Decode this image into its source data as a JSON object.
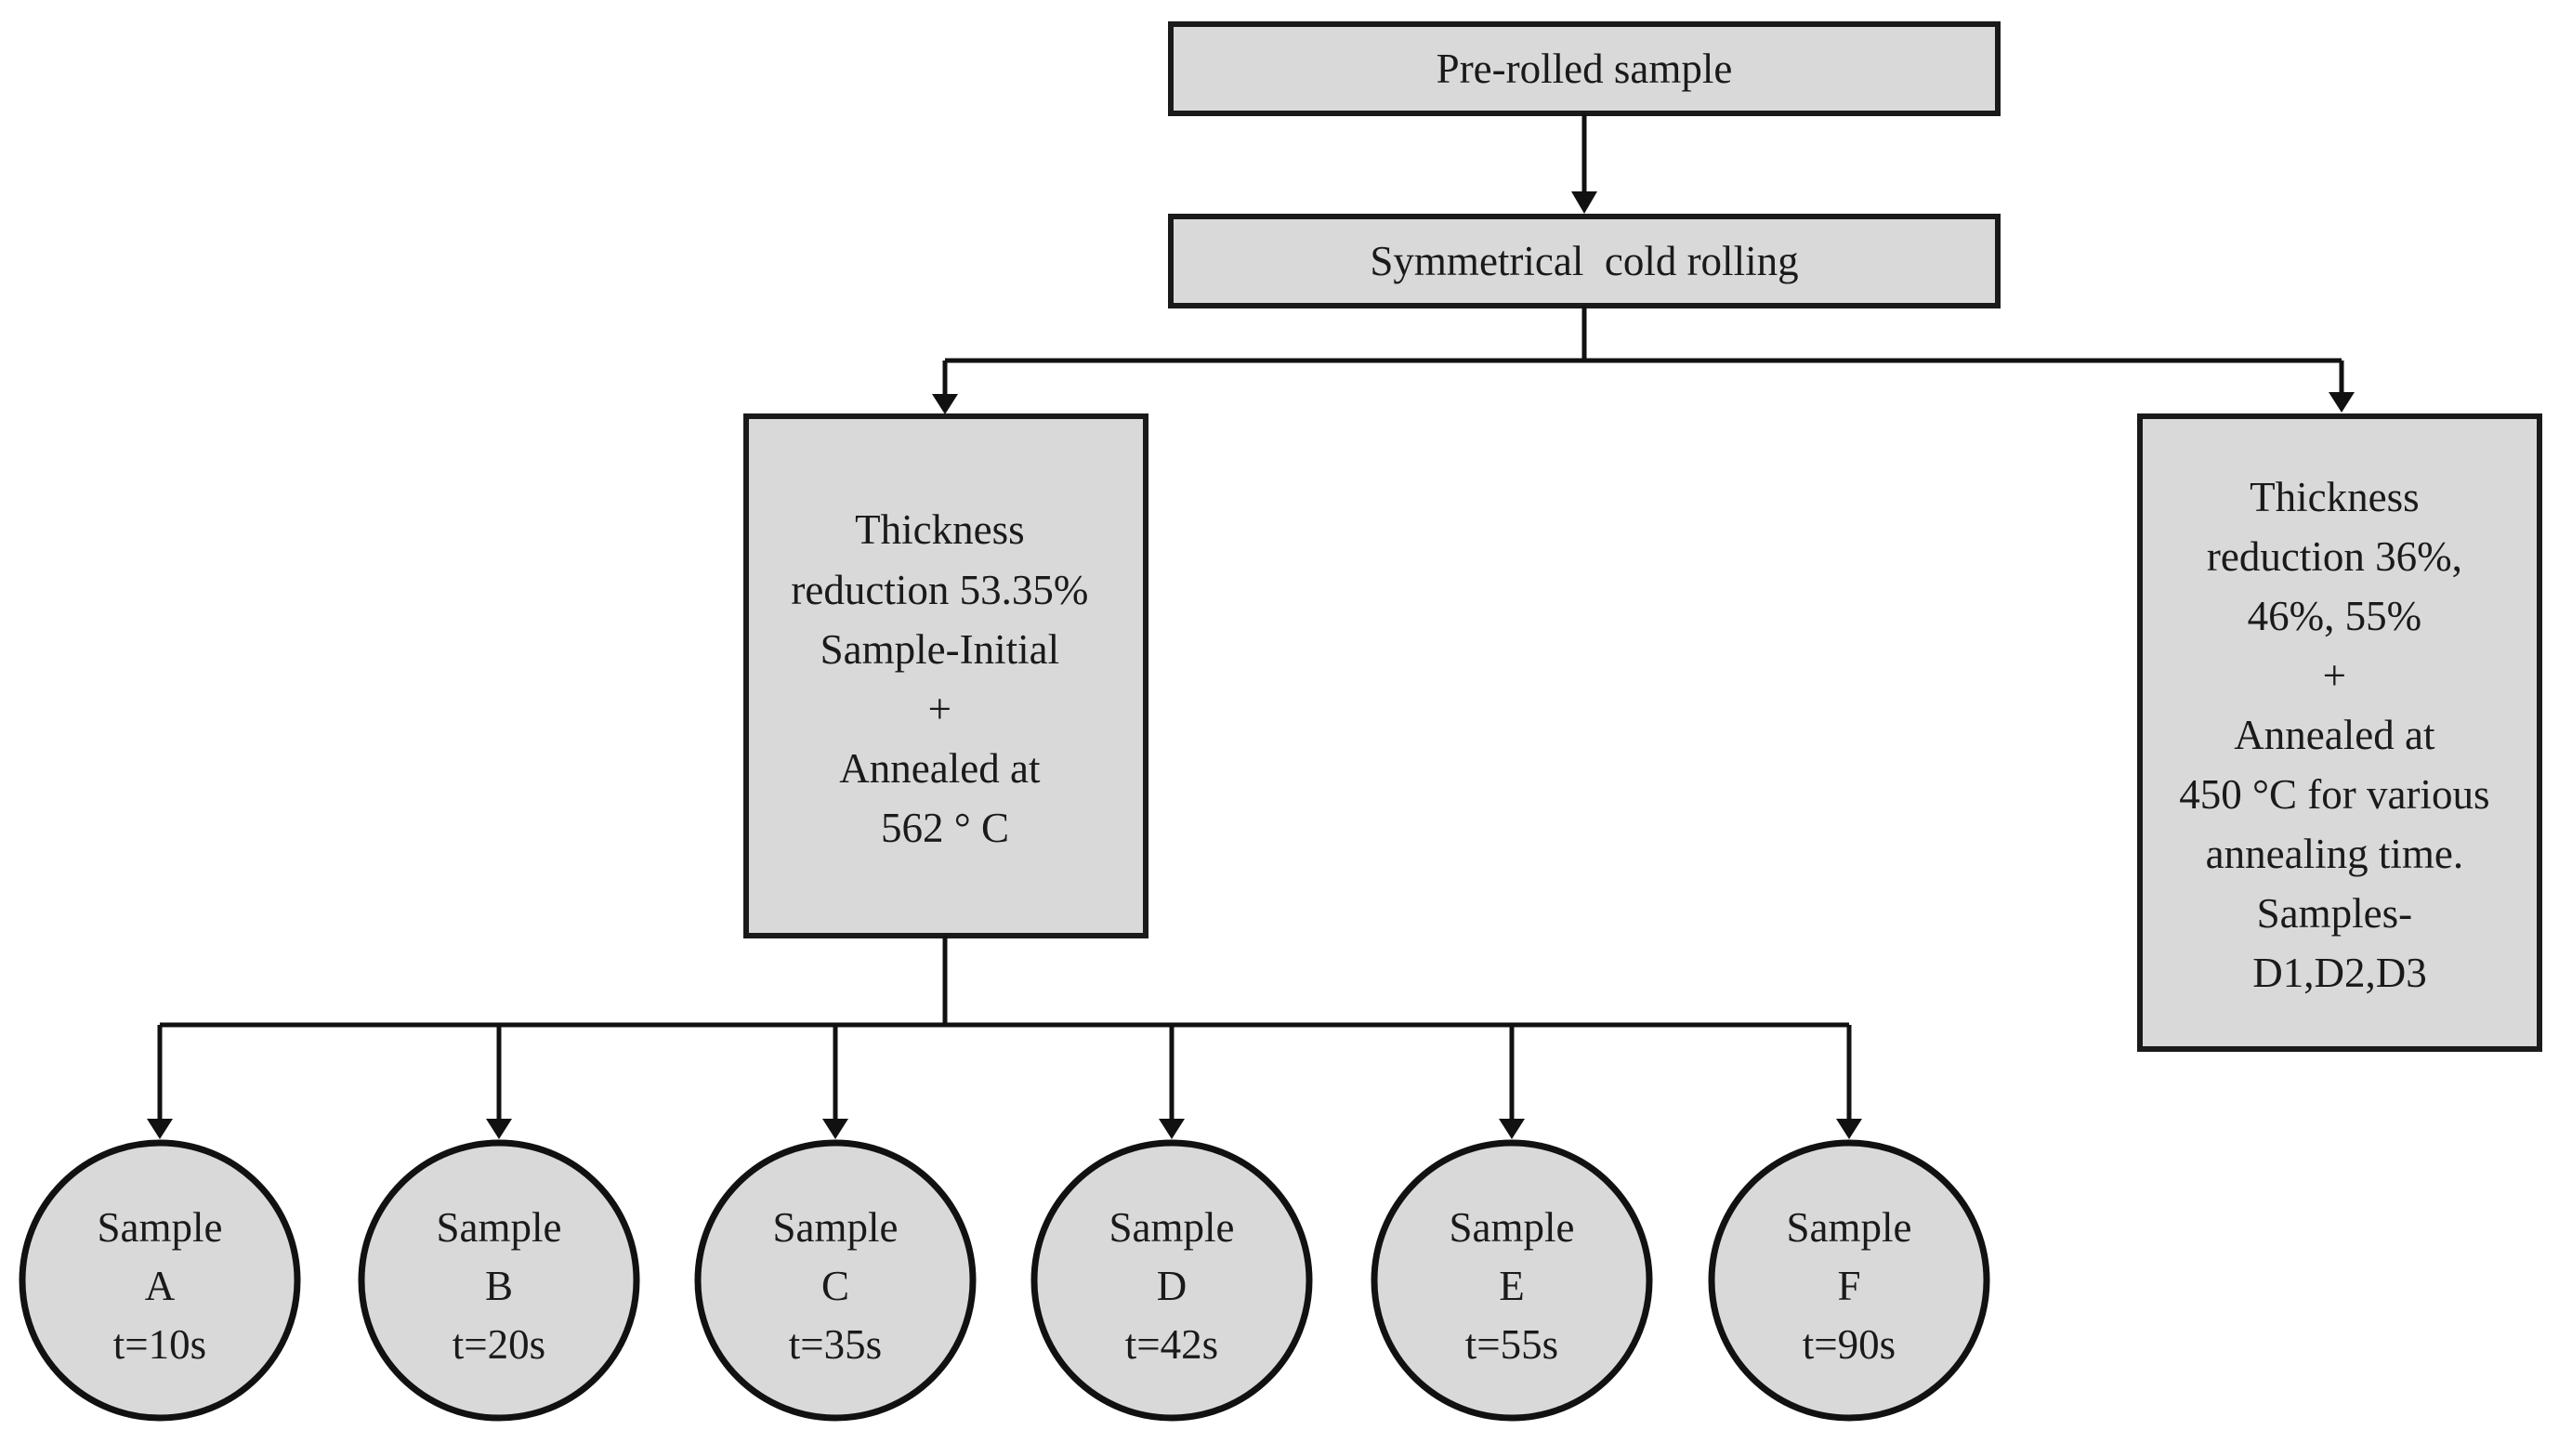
{
  "nodes": {
    "pre_rolled": {
      "label": "Pre-rolled sample"
    },
    "cold_rolling": {
      "label": "Symmetrical  cold rolling"
    },
    "left_box": {
      "lines": [
        "Thickness",
        "reduction 53.35%",
        "Sample-Initial",
        "+",
        "Annealed at",
        "562 ° C"
      ]
    },
    "right_box": {
      "lines": [
        "Thickness",
        "reduction 36%,",
        "46%, 55%",
        "+",
        "Annealed at",
        "450 °C for various",
        "annealing time.",
        "Samples-",
        "D1,D2,D3"
      ]
    }
  },
  "samples": [
    {
      "title": "Sample",
      "letter": "A",
      "time": "t=10s"
    },
    {
      "title": "Sample",
      "letter": "B",
      "time": "t=20s"
    },
    {
      "title": "Sample",
      "letter": "C",
      "time": "t=35s"
    },
    {
      "title": "Sample",
      "letter": "D",
      "time": "t=42s"
    },
    {
      "title": "Sample",
      "letter": "E",
      "time": "t=55s"
    },
    {
      "title": "Sample",
      "letter": "F",
      "time": "t=90s"
    }
  ],
  "colors": {
    "node_fill": "#d9d9d9",
    "stroke": "#111111",
    "text": "#1a1a1a",
    "accent_text": "#1f2a52"
  }
}
